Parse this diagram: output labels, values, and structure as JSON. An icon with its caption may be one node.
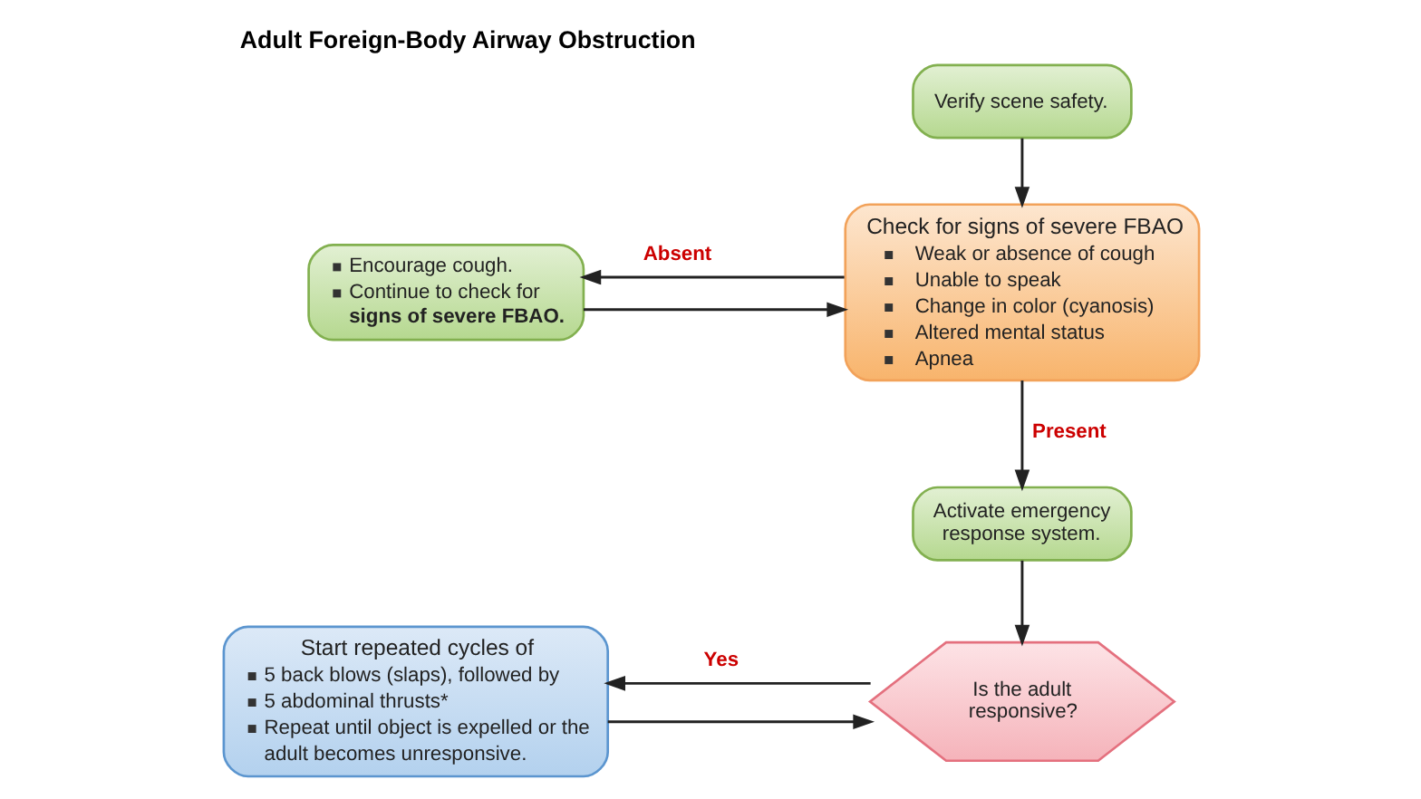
{
  "diagram": {
    "title": "Adult Foreign-Body Airway Obstruction",
    "nodes": [
      {
        "text": [
          "Verify scene safety."
        ]
      },
      {
        "text": [
          "Check for signs of severe FBAO",
          "Weak or absence of cough",
          "Unable to speak",
          "Change in color (cyanosis)",
          "Altered mental status",
          "Apnea"
        ]
      },
      {
        "text": [
          "Encourage cough.",
          "Continue to check for **signs of severe FBAO.**"
        ]
      },
      {
        "text": [
          "Activate emergency response system."
        ]
      },
      {
        "text": [
          "Is the adult responsive?"
        ]
      },
      {
        "text": [
          "Start repeated cycles of",
          "5 back blows (slaps), followed by",
          "5 abdominal thrusts*",
          "Repeat until object is expelled or the adult becomes unresponsive."
        ]
      }
    ],
    "edges": [
      {
        "from": 0,
        "to": 1,
        "arrow": "to"
      },
      {
        "from": 1,
        "to": 2,
        "arrow": "to",
        "label": "Absent"
      },
      {
        "from": 2,
        "to": 1,
        "arrow": "to"
      },
      {
        "from": 1,
        "to": 3,
        "arrow": "to",
        "label": "Present"
      },
      {
        "from": 3,
        "to": 4,
        "arrow": "to"
      },
      {
        "from": 4,
        "to": 5,
        "arrow": "to",
        "label": "Yes"
      },
      {
        "from": 5,
        "to": 4,
        "arrow": "to"
      }
    ]
  }
}
